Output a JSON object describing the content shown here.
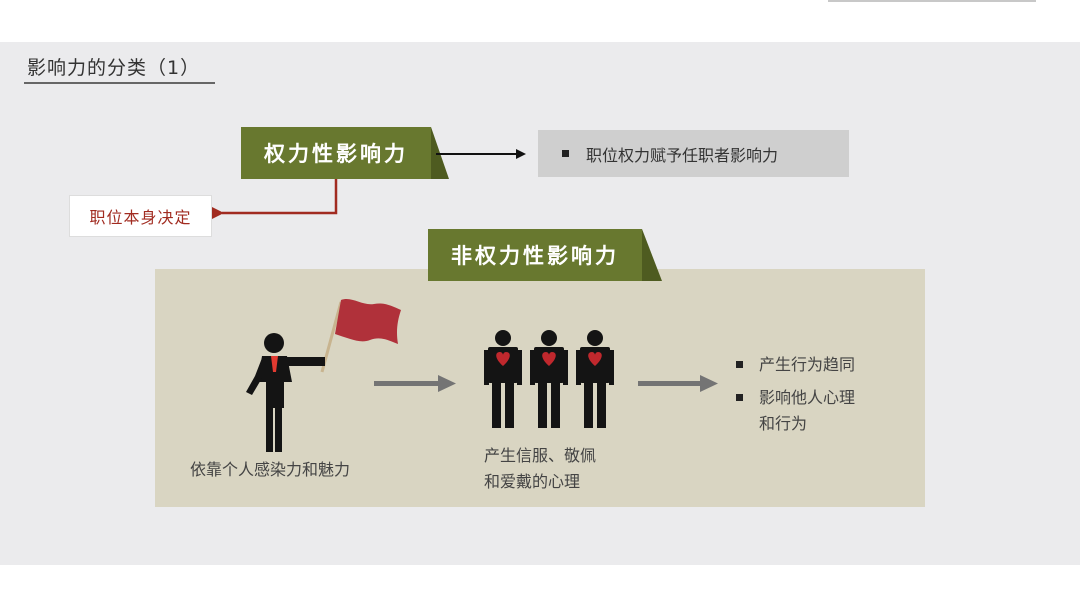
{
  "slide": {
    "title": "影响力的分类（1）"
  },
  "power_influence": {
    "label": "权力性影响力",
    "description": "职位权力赋予任职者影响力",
    "determinant": "职位本身决定"
  },
  "non_power_influence": {
    "label": "非权力性影响力",
    "source_text": "依靠个人感染力和魅力",
    "middle_text_line1": "产生信服、敬佩",
    "middle_text_line2": "和爱戴的心理",
    "results": [
      "产生行为趋同",
      "影响他人心理",
      "和行为"
    ]
  },
  "colors": {
    "banner_green": "#68782f",
    "banner_shadow": "#4e5b20",
    "panel_bg": "#d9d5c2",
    "accent_red": "#a12b20",
    "flag_red": "#b0313a",
    "heart_red": "#c0282d"
  },
  "icons": [
    "flag-icon",
    "leader-person-icon",
    "follower-person-icon",
    "heart-icon",
    "arrow-right-icon",
    "arrow-left-icon"
  ]
}
